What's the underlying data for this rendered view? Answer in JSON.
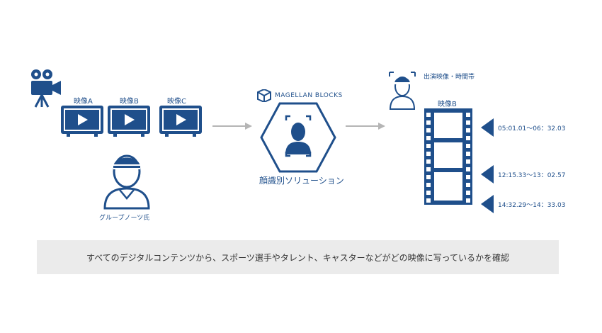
{
  "sources": {
    "videos": [
      "映像A",
      "映像B",
      "映像C"
    ],
    "person_label": "グループノーツ氏"
  },
  "solution": {
    "brand": "MAGELLAN BLOCKS",
    "name": "顔識別ソリューション"
  },
  "result": {
    "header": "出演映像・時間帯",
    "video_label": "映像B",
    "timecodes": [
      "05:01.01〜06：32.03",
      "12:15.33〜13：02.57",
      "14:32.29〜14：33.03"
    ]
  },
  "caption": "すべてのデジタルコンテンツから、スポーツ選手やタレント、キャスターなどがどの映像に写っているかを確認",
  "colors": {
    "primary": "#1f4f8b",
    "arrow": "#b5b5b5",
    "caption_bg": "#ebebeb"
  }
}
